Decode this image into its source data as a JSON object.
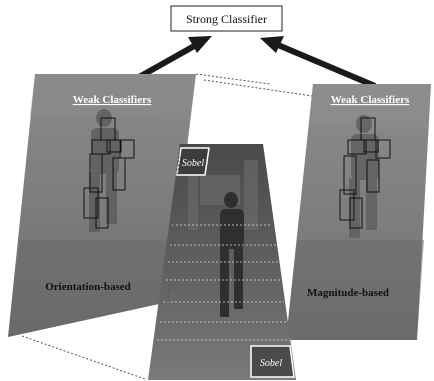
{
  "strong_classifier": {
    "label": "Strong Classifier"
  },
  "left_panel": {
    "title": "Weak Classifiers",
    "caption": "Orientation-based"
  },
  "right_panel": {
    "title": "Weak Classifiers",
    "caption": "Magnitude-based"
  },
  "center_panel": {
    "top_tag": "Sobel",
    "bottom_tag": "Sobel"
  },
  "colors": {
    "background": "#ffffff",
    "panel_gray": "#7a7a7a",
    "panel_dark": "#555555",
    "arrow": "#1a1a1a",
    "text": "#111111"
  }
}
